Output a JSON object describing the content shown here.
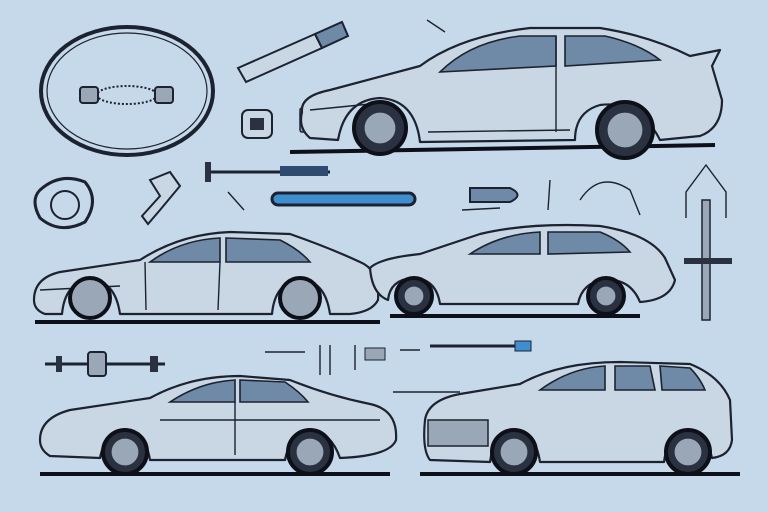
{
  "colors": {
    "background": "#c6d9ea",
    "car_body": "#c9d6e3",
    "window": "#6f8aa6",
    "outline": "#1c2230",
    "accent_blue": "#3f8fd0",
    "hub": "#9aa7b6"
  },
  "illustration": {
    "cars": [
      {
        "name": "coupe-top-right"
      },
      {
        "name": "sedan-middle-left"
      },
      {
        "name": "hatchback-middle-right"
      },
      {
        "name": "sedan-bottom-left"
      },
      {
        "name": "suv-bottom-right"
      }
    ],
    "parts": [
      "ring-gasket",
      "brake-caliper",
      "shock-absorber",
      "bracket",
      "clamp",
      "tool-rod",
      "blue-rod",
      "nozzle",
      "hook",
      "fork-tool",
      "axle-shaft",
      "spark-plug-tool"
    ]
  }
}
